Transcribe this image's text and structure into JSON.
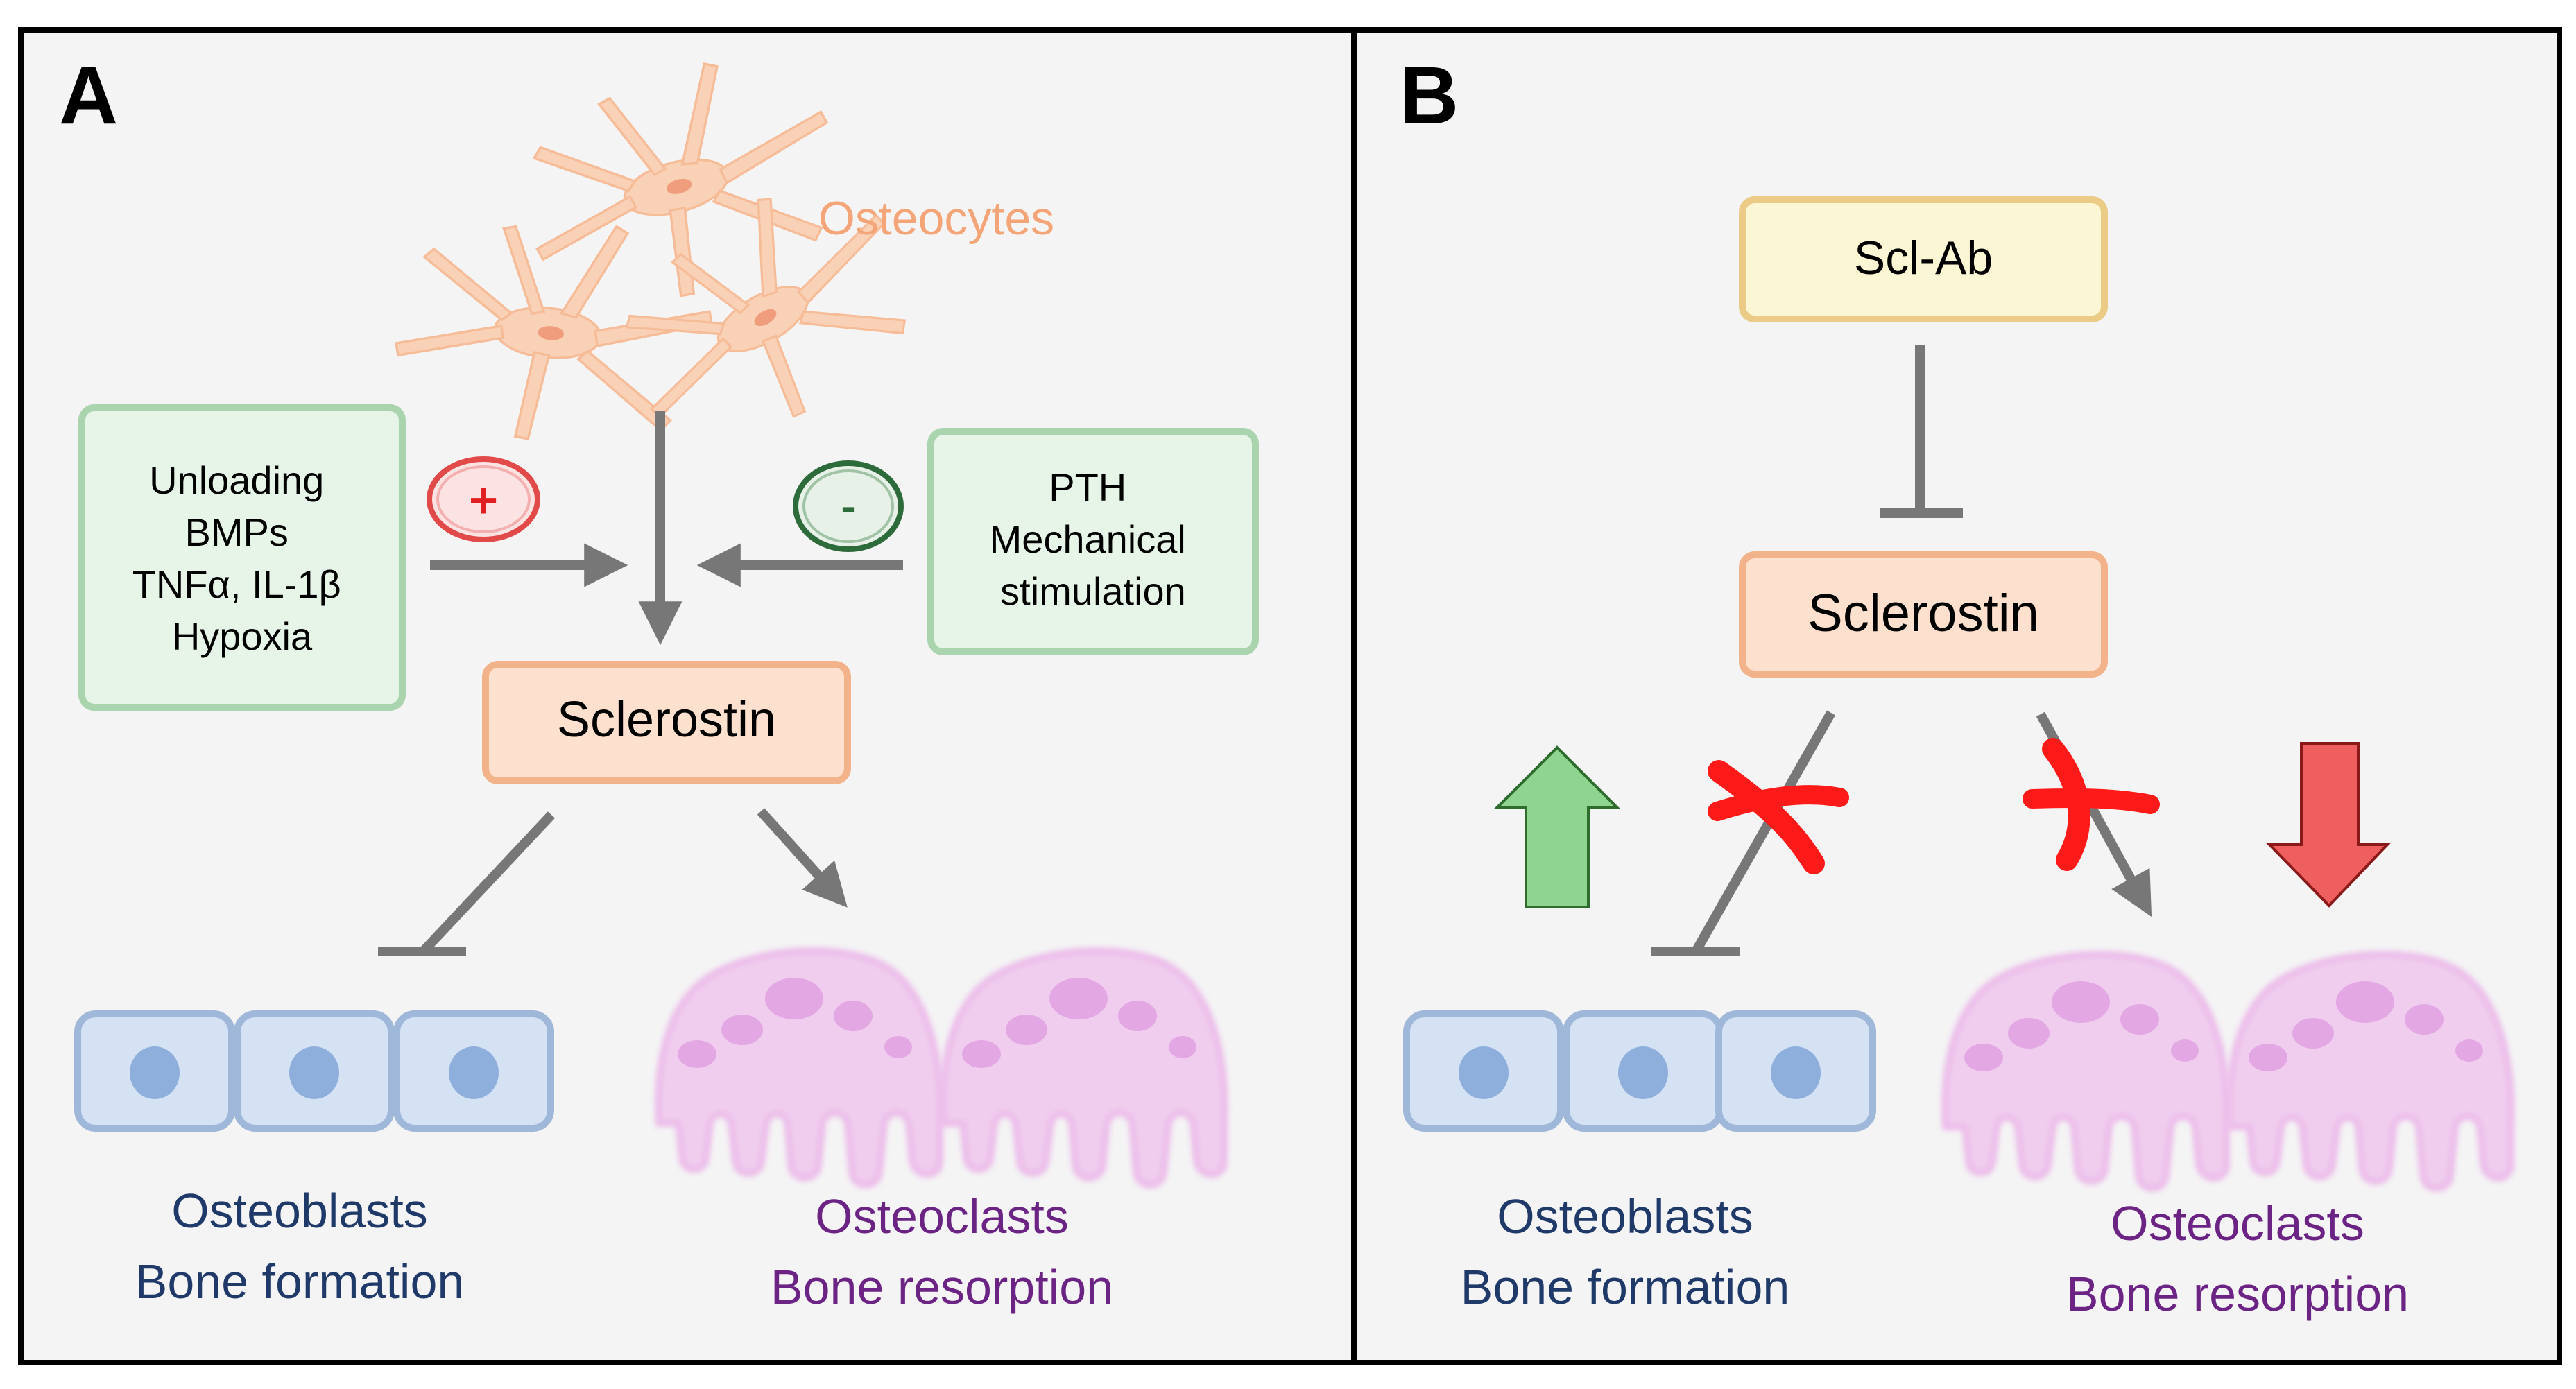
{
  "panelA": {
    "label": "A",
    "osteocytes_label": "Osteocytes",
    "inducers": [
      "Unloading",
      "BMPs",
      "TNFα, IL-1β",
      "Hypoxia"
    ],
    "inhibitors": [
      "PTH",
      "Mechanical",
      "stimulation"
    ],
    "plus_sign": "+",
    "minus_sign": "-",
    "sclerostin": "Sclerostin",
    "osteoblasts": "Osteoblasts",
    "bone_formation": "Bone formation",
    "osteoclasts": "Osteoclasts",
    "bone_resorption": "Bone resorption"
  },
  "panelB": {
    "label": "B",
    "scl_ab": "Scl-Ab",
    "sclerostin": "Sclerostin",
    "osteoblasts": "Osteoblasts",
    "bone_formation": "Bone formation",
    "osteoclasts": "Osteoclasts",
    "bone_resorption": "Bone resorption"
  },
  "colors": {
    "panel_bg": "#f4f4f4",
    "border": "#000000",
    "green_box_fill": "#e6f5e8",
    "green_box_stroke": "#a9d4ae",
    "sclerostin_fill": "#fde0cd",
    "sclerostin_stroke": "#f3b38a",
    "sclab_fill": "#fbf6d3",
    "sclab_stroke": "#ebcb86",
    "osteocyte": "#f9d1b6",
    "osteocyte_label": "#f4a577",
    "osteoblast_fill": "#d5e2f4",
    "osteoblast_stroke": "#9fb7d9",
    "osteoblast_nucleus": "#8eaedc",
    "osteoclast_fill": "#f0cdee",
    "osteoclast_spot": "#e3a7e3",
    "osteoblast_text": "#1f3a68",
    "osteoclast_text": "#6b2384",
    "arrow": "#777777",
    "plus": "#e02020",
    "minus": "#2e6b3a",
    "cross": "#ff1a1a",
    "up_arrow": "#8fd48f",
    "down_arrow": "#ef5f5f"
  }
}
